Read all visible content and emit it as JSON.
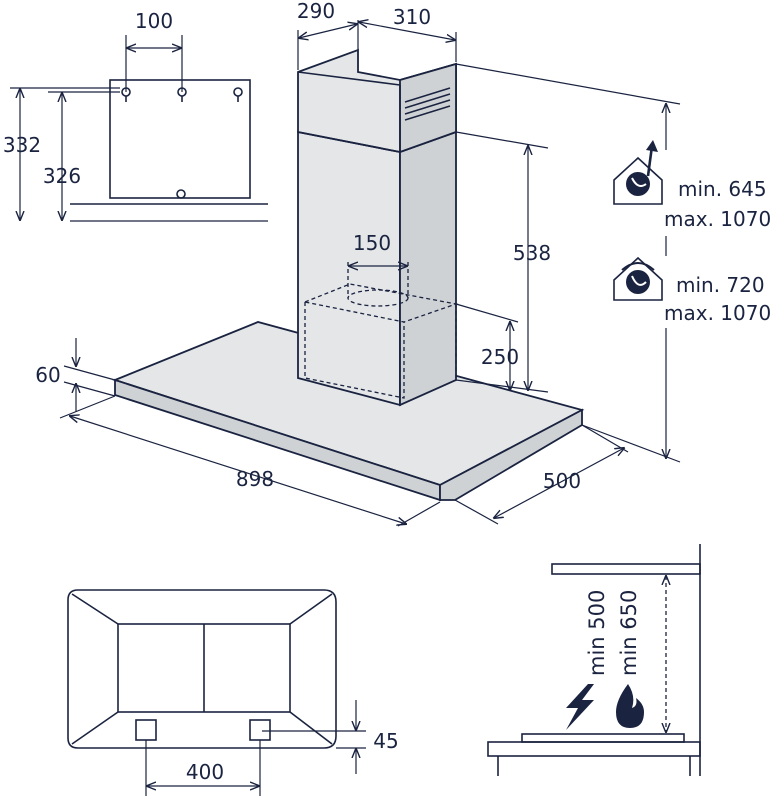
{
  "dimensions": {
    "bracket_hole_spacing": "100",
    "bracket_height_outer": "332",
    "bracket_height_inner": "326",
    "chimney_depth": "290",
    "chimney_width": "310",
    "chimney_height": "538",
    "outlet_diameter": "150",
    "motor_height": "250",
    "canopy_thickness": "60",
    "canopy_width": "898",
    "canopy_depth": "500",
    "filter_spacing": "400",
    "filter_offset": "45"
  },
  "installation_heights": {
    "extraction": {
      "min": "min. 645",
      "max": "max. 1070"
    },
    "recirculation": {
      "min": "min. 720",
      "max": "max. 1070"
    }
  },
  "clearances": {
    "electric": "min 500",
    "gas": "min 650"
  },
  "icons": {
    "extraction": "house-extraction-icon",
    "recirculation": "house-recirculation-icon",
    "electric": "lightning-icon",
    "gas": "flame-icon"
  },
  "colors": {
    "ink": "#1a2340",
    "steel": "#e4e6e8"
  }
}
